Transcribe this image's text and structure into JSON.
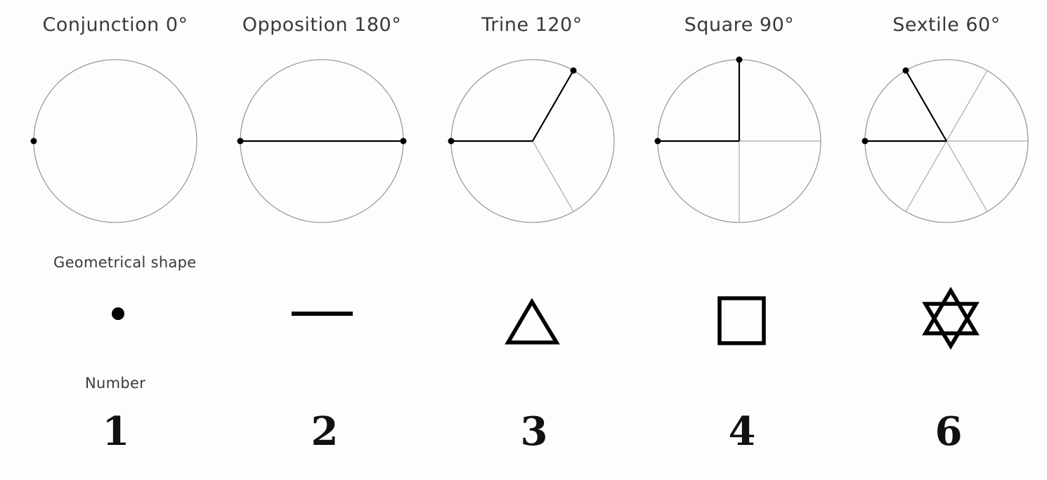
{
  "aspects": [
    {
      "title": "Conjunction 0°",
      "angle": 0,
      "divisions": 1,
      "symbol": "dot",
      "number": "1"
    },
    {
      "title": "Opposition 180°",
      "angle": 180,
      "divisions": 2,
      "symbol": "line",
      "number": "2"
    },
    {
      "title": "Trine 120°",
      "angle": 120,
      "divisions": 3,
      "symbol": "triangle",
      "number": "3"
    },
    {
      "title": "Square 90°",
      "angle": 90,
      "divisions": 4,
      "symbol": "square",
      "number": "4"
    },
    {
      "title": "Sextile 60°",
      "angle": 60,
      "divisions": 6,
      "symbol": "hexagram",
      "number": "6"
    }
  ],
  "labels": {
    "shape_row": "Geometrical shape",
    "number_row": "Number"
  }
}
